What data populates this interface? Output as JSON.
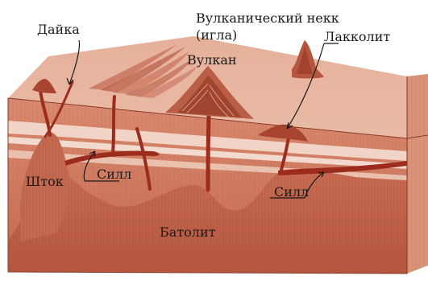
{
  "labels": {
    "dike": "Дайка",
    "volcanic_neck": "Вулканический некк",
    "needle": "(игла)",
    "volcano": "Вулкан",
    "laccolith": "Лакколит",
    "stock": "Шток",
    "sill_left": "Силл",
    "sill_right": "Силл",
    "batholith": "Батолит"
  },
  "colors": {
    "ink": "#1a1a1a",
    "magma": "#9c2d1e",
    "rock_dark": "#c96e54",
    "rock_mid": "#dd9a80",
    "rock_light": "#ecc3b1",
    "surface": "#e9b9a4",
    "strata_pale": "#f5ded4",
    "leader": "#1a1a1a"
  }
}
